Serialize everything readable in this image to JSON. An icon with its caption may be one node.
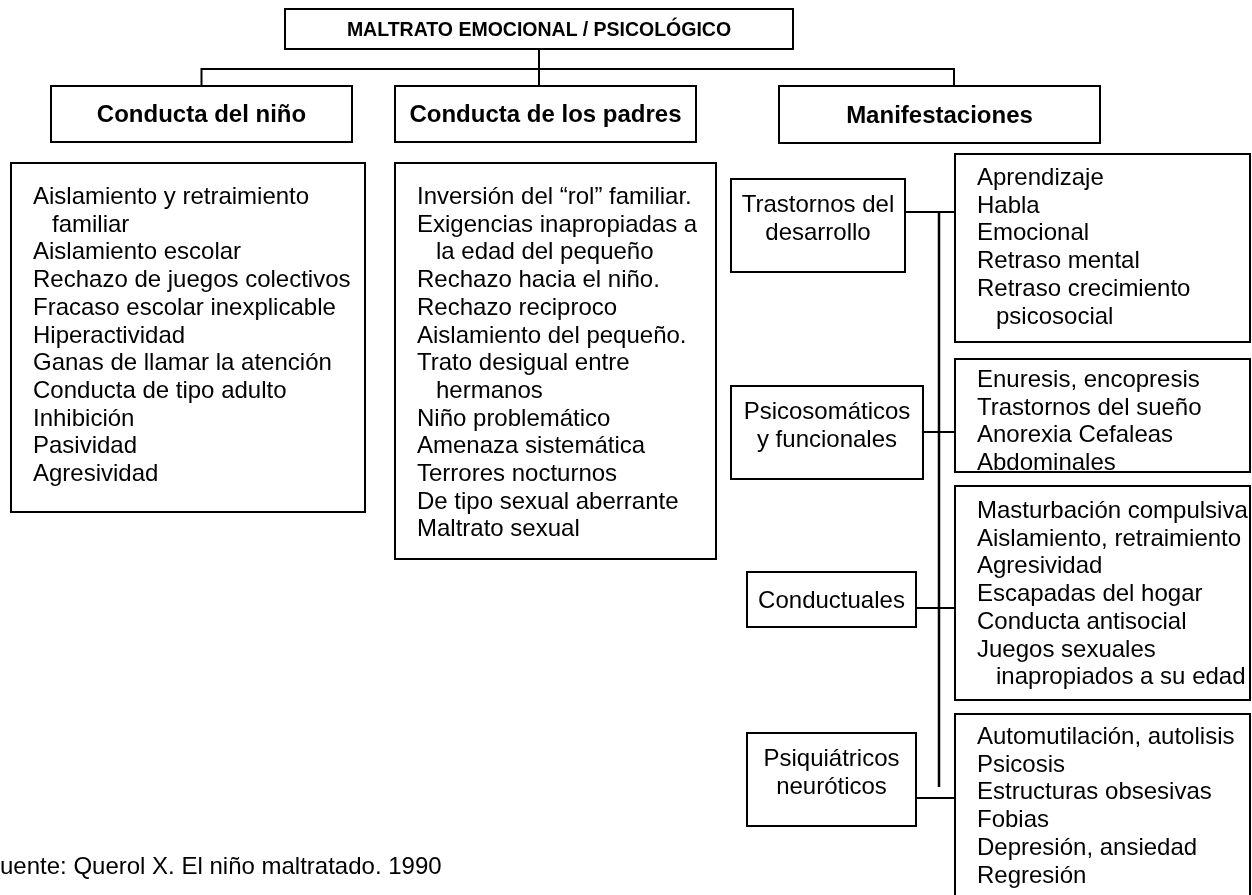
{
  "diagram": {
    "caption": "uente: Querol X. El niño maltratado. 1990",
    "nodes": [
      {
        "text": [
          "MALTRATO EMOCIONAL / PSICOLÓGICO"
        ]
      },
      {
        "text": [
          "Conducta del niño"
        ]
      },
      {
        "text": [
          "Conducta de los padres"
        ]
      },
      {
        "text": [
          "Manifestaciones"
        ]
      },
      {
        "text": [
          "Aislamiento y retraimiento familiar",
          "Aislamiento escolar",
          "Rechazo de juegos colectivos",
          "Fracaso escolar inexplicable",
          "Hiperactividad",
          "Ganas de llamar la atención",
          "Conducta de tipo adulto",
          "Inhibición",
          "Pasividad",
          "Agresividad"
        ]
      },
      {
        "text": [
          "Inversión del “rol”  familiar.",
          "Exigencias inapropiadas a la edad del pequeño",
          "Rechazo hacia el niño.",
          "Rechazo reciproco",
          "Aislamiento del pequeño.",
          "Trato desigual entre hermanos",
          "Niño problemático",
          "Amenaza sistemática",
          "Terrores nocturnos",
          "De tipo sexual aberrante",
          "Maltrato sexual"
        ]
      },
      {
        "text": [
          "Trastornos del desarrollo"
        ]
      },
      {
        "text": [
          "Aprendizaje",
          "Habla",
          "Emocional",
          "Retraso mental",
          "Retraso crecimiento psicosocial"
        ]
      },
      {
        "text": [
          "Psicosomáticos y funcionales"
        ]
      },
      {
        "text": [
          "Enuresis, encopresis",
          "Trastornos del sueño",
          "Anorexia Cefaleas",
          "Abdominales"
        ]
      },
      {
        "text": [
          "Conductuales"
        ]
      },
      {
        "text": [
          "Masturbación compulsiva",
          "Aislamiento, retraimiento",
          "Agresividad",
          "Escapadas del hogar",
          "Conducta antisocial",
          "Juegos sexuales inapropiados a su edad"
        ]
      },
      {
        "text": [
          "Psiquiátricos neuróticos"
        ]
      },
      {
        "text": [
          "Automutilación, autolisis",
          "Psicosis",
          "Estructuras obsesivas",
          "Fobias",
          "Depresión, ansiedad",
          "Regresión"
        ]
      }
    ],
    "edges": [
      {
        "from": 0,
        "to": 1,
        "arrow": "none"
      },
      {
        "from": 0,
        "to": 2,
        "arrow": "none"
      },
      {
        "from": 0,
        "to": 3,
        "arrow": "none"
      },
      {
        "from": 6,
        "to": 7,
        "arrow": "none"
      },
      {
        "from": 8,
        "to": 9,
        "arrow": "none"
      },
      {
        "from": 10,
        "to": 11,
        "arrow": "none"
      },
      {
        "from": 12,
        "to": 13,
        "arrow": "none"
      }
    ]
  }
}
